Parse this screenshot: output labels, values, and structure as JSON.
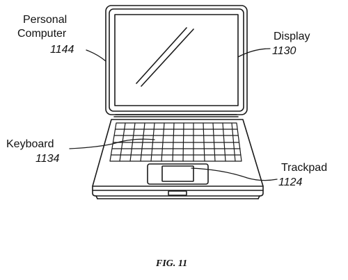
{
  "labels": {
    "personal_computer": {
      "line1": "Personal",
      "line2": "Computer",
      "ref": "1144"
    },
    "display": {
      "text": "Display",
      "ref": "1130"
    },
    "keyboard": {
      "text": "Keyboard",
      "ref": "1134"
    },
    "trackpad": {
      "text": "Trackpad",
      "ref": "1124"
    }
  },
  "caption": "FIG. 11"
}
